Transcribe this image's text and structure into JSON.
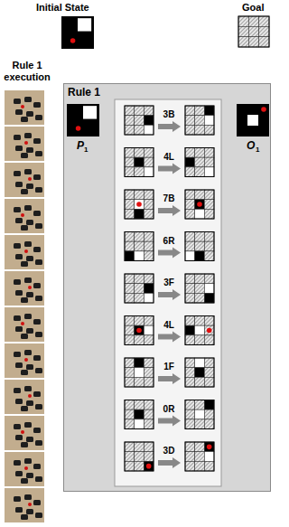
{
  "diagram": {
    "nodes": [
      {
        "text": [
          "Rule 1"
        ]
      }
    ],
    "labels": [
      "Initial State",
      "Goal",
      "Rule 1 execution",
      "P",
      "1",
      "O",
      "1",
      "3B",
      "4L",
      "7B",
      "6R",
      "3F",
      "4L",
      "1F",
      "0R",
      "3D"
    ]
  }
}
